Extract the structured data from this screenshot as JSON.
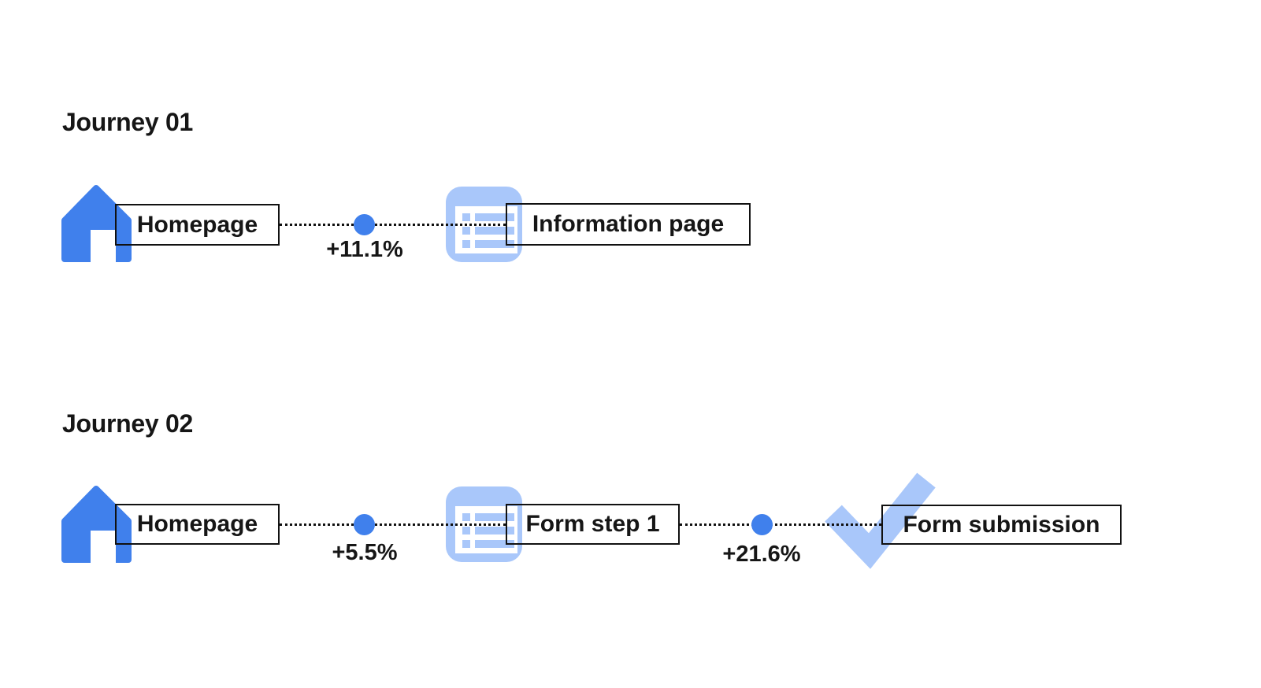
{
  "colors": {
    "primary_blue": "#4080EC",
    "light_blue": "#A9C7FA",
    "text": "#161616",
    "connector": "#111111"
  },
  "journeys": [
    {
      "title": "Journey 01",
      "steps": [
        {
          "icon": "home-icon",
          "label": "Homepage"
        },
        {
          "icon": "list-page-icon",
          "label": "Information page"
        }
      ],
      "transitions": [
        {
          "value": "+11.1%"
        }
      ]
    },
    {
      "title": "Journey 02",
      "steps": [
        {
          "icon": "home-icon",
          "label": "Homepage"
        },
        {
          "icon": "list-page-icon",
          "label": "Form step 1"
        },
        {
          "icon": "checkmark-icon",
          "label": "Form submission"
        }
      ],
      "transitions": [
        {
          "value": "+5.5%"
        },
        {
          "value": "+21.6%"
        }
      ]
    }
  ]
}
